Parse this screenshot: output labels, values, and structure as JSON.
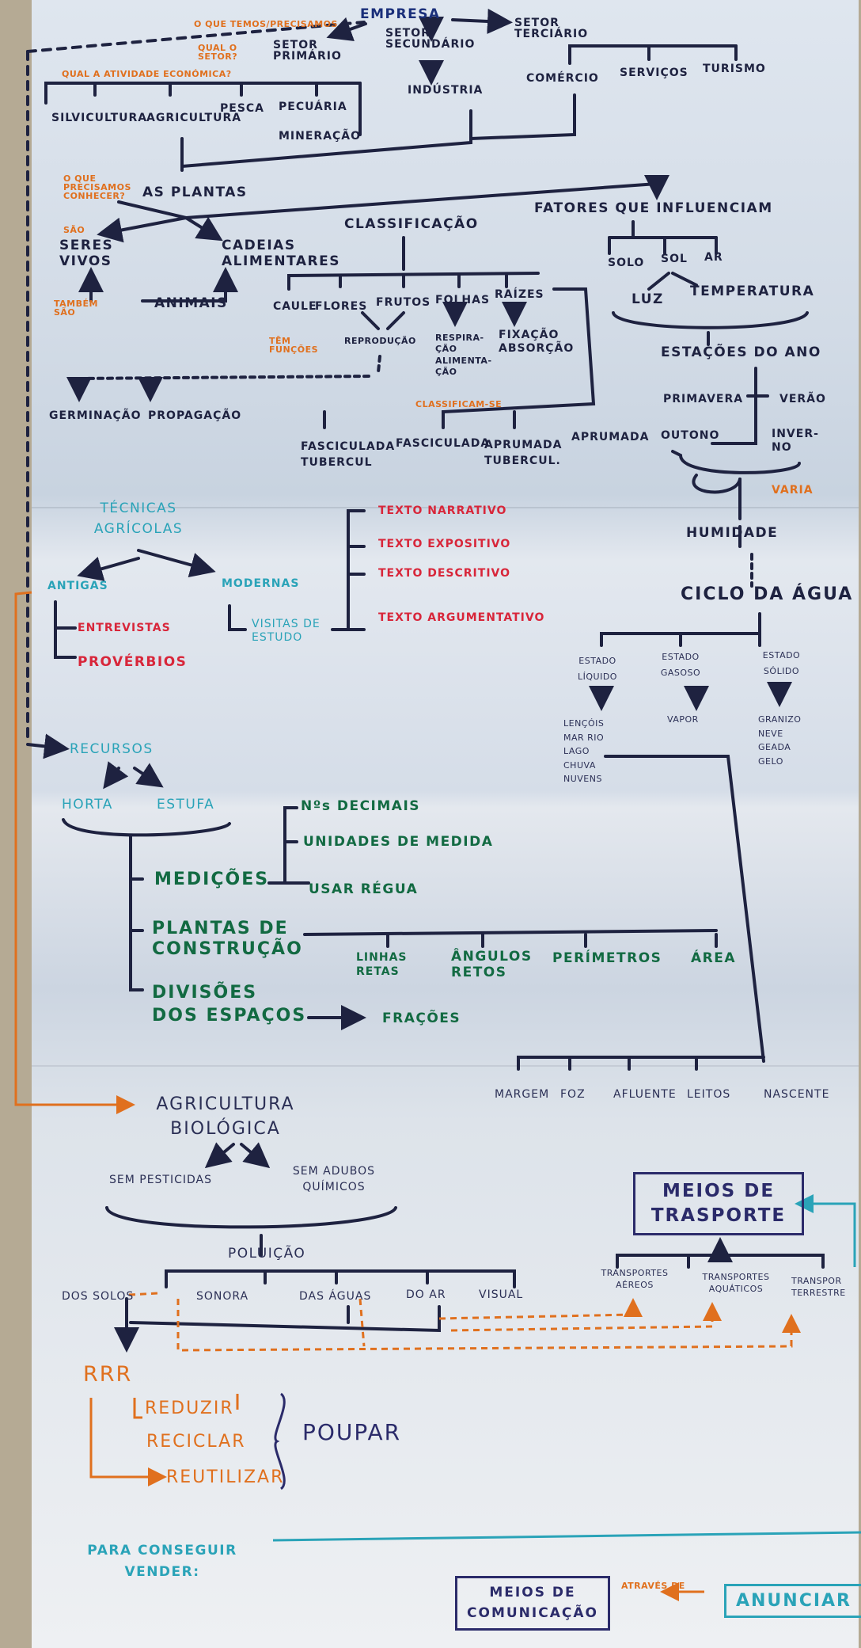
{
  "top": {
    "what_we_have": "O QUE TEMOS/PRECISAMOS",
    "empresa": "EMPRESA",
    "qual_setor": "QUAL O SETOR?",
    "setor_primario": "SETOR PRIMÁRIO",
    "setor_secundario": "SETOR SECUNDÁRIO",
    "setor_terciario": "SETOR TERCIÁRIO",
    "qual_atividade": "QUAL A ATIVIDADE ECONÓMICA?",
    "silvicultura": "SILVICULTURA",
    "agricultura": "AGRICULTURA",
    "pesca": "PESCA",
    "pecuaria": "PECUÁRIA",
    "mineracao": "MINERAÇÃO",
    "industria": "INDÚSTRIA",
    "comercio": "COMÉRCIO",
    "servicos": "SERVIÇOS",
    "turismo": "TURISMO"
  },
  "plants": {
    "o_que_precisamos": "O QUE PRECISAMOS CONHECER?",
    "as_plantas": "AS PLANTAS",
    "sao": "SÃO",
    "seres_vivos": "SERES VIVOS",
    "cadeias": "CADEIAS ALIMENTARES",
    "tambem_sao": "TAMBÉM SÃO",
    "animais": "ANIMAIS",
    "classificacao": "CLASSIFICAÇÃO",
    "caule": "CAULE",
    "flores": "FLORES",
    "frutos": "FRUTOS",
    "folhas": "FOLHAS",
    "raizes": "RAÍZES",
    "tem_funcoes": "TÊM FUNÇÕES",
    "reproducao": "REPRODUÇÃO",
    "respiracao": "RESPIRA- ÇÃO ALIMENTA- ÇÃO",
    "fixacao": "FIXAÇÃO ABSORÇÃO",
    "germinacao": "GERMINAÇÃO",
    "propagacao": "PROPAGAÇÃO",
    "classificam_se": "CLASSIFICAM-SE",
    "fasciculada_tub": "FASCICULADA TUBERCUL",
    "fasciculada": "FASCICULADA",
    "aprumada_tub": "APRUMADA TUBERCUL.",
    "aprumada": "APRUMADA",
    "fatores": "FATORES QUE INFLUENCIAM",
    "solo": "SOLO",
    "sol": "SOL",
    "ar": "AR",
    "luz": "LUZ",
    "temperatura": "TEMPERATURA",
    "estacoes": "ESTAÇÕES DO ANO",
    "primavera": "PRIMAVERA",
    "verao": "VERÃO",
    "outono": "OUTONO",
    "inverno": "INVER- NO",
    "varia": "VARIA",
    "humidade": "HUMIDADE",
    "ciclo": "CICLO DA ÁGUA"
  },
  "water": {
    "liquido": "ESTADO LÍQUIDO",
    "gasoso": "ESTADO GASOSO",
    "solido": "ESTADO SÓLIDO",
    "liquido_items": "LENÇÓIS MAR RIO LAGO CHUVA NUVENS",
    "vapor": "VAPOR",
    "solido_items": "GRANIZO NEVE GEADA GELO",
    "margem": "MARGEM",
    "foz": "FOZ",
    "afluente": "AFLUENTE",
    "leitos": "LEITOS",
    "nascente": "NASCENTE"
  },
  "tecnicas": {
    "title": "TÉCNICAS AGRÍCOLAS",
    "antigas": "ANTIGAS",
    "modernas": "MODERNAS",
    "entrevistas": "ENTREVISTAS",
    "proverbios": "PROVÉRBIOS",
    "visitas": "VISITAS DE ESTUDO",
    "narrativo": "TEXTO NARRATIVO",
    "expositivo": "TEXTO EXPOSITIVO",
    "descritivo": "TEXTO DESCRITIVO",
    "argumentativo": "TEXTO ARGUMENTATIVO"
  },
  "recursos": {
    "title": "RECURSOS",
    "horta": "HORTA",
    "estufa": "ESTUFA",
    "medicoes": "MEDIÇÕES",
    "decimais": "Nºs DECIMAIS",
    "unidades": "UNIDADES DE MEDIDA",
    "regua": "USAR RÉGUA",
    "plantas_construcao": "PLANTAS DE CONSTRUÇÃO",
    "linhas": "LINHAS RETAS",
    "angulos": "ÂNGULOS RETOS",
    "perimetros": "PERÍMETROS",
    "area": "ÁREA",
    "divisoes": "DIVISÕES DOS ESPAÇOS",
    "fracoes": "FRAÇÕES"
  },
  "bio": {
    "title": "AGRICULTURA BIOLÓGICA",
    "sem_pesticidas": "SEM PESTICIDAS",
    "sem_adubos": "SEM ADUBOS QUÍMICOS",
    "poluicao": "POLUIÇÃO",
    "solos": "DOS SOLOS",
    "sonora": "SONORA",
    "aguas": "DAS ÁGUAS",
    "ar": "DO AR",
    "visual": "VISUAL",
    "rrr": "RRR",
    "reduzir": "REDUZIR",
    "reciclar": "RECICLAR",
    "reutilizar": "REUTILIZAR",
    "poupar": "POUPAR"
  },
  "transporte": {
    "title": "MEIOS DE TRASPORTE",
    "aereos": "TRANSPORTES AÉREOS",
    "aquaticos": "TRANSPORTES AQUÁTICOS",
    "terrestres": "TRANSPOR TERRESTRE"
  },
  "footer": {
    "para_vender": "PARA CONSEGUIR VENDER:",
    "meios_comunicacao": "MEIOS DE COMUNICAÇÃO",
    "atraves_de": "ATRAVÉS DE",
    "anunciar": "ANUNCIAR"
  },
  "colors": {
    "ink": "#1e2240",
    "red": "#d8263a",
    "green": "#126a42",
    "teal": "#2aa3b8",
    "orange": "#e0701e"
  }
}
